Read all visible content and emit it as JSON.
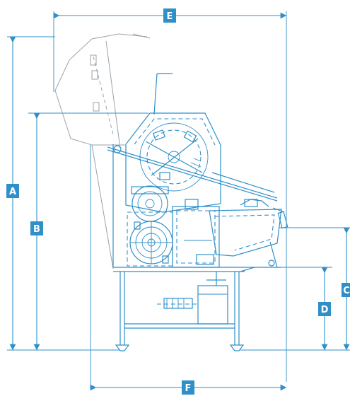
{
  "dimensions": [
    {
      "id": "A",
      "label": "A"
    },
    {
      "id": "B",
      "label": "B"
    },
    {
      "id": "C",
      "label": "C"
    },
    {
      "id": "D",
      "label": "D"
    },
    {
      "id": "E",
      "label": "E"
    },
    {
      "id": "F",
      "label": "F"
    }
  ],
  "colors": {
    "line": "#2f8fc9",
    "badge": "#2f8fc9",
    "badge_text": "#ffffff",
    "secondary_line": "#9aa3ab"
  }
}
